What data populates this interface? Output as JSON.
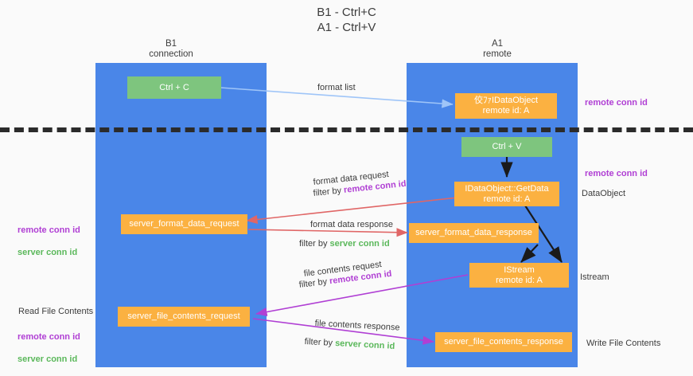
{
  "page": {
    "title": "B1 - Ctrl+C\nA1 - Ctrl+V",
    "background": "#fafafa"
  },
  "colors": {
    "lane": "#4a86e8",
    "green_node": "#7ec57e",
    "orange_node": "#fbb141",
    "remote_conn_id": "#b03fd4",
    "server_conn_id": "#5bb85b",
    "arrow_blue": "#9fc5f8",
    "arrow_red": "#e06666",
    "arrow_purple": "#b03fd4",
    "arrow_black": "#1a1a1a",
    "divider": "#2b2b2b"
  },
  "columns": [
    {
      "id": "b1",
      "label": "B1\nconnection"
    },
    {
      "id": "a1",
      "label": "A1\nremote"
    }
  ],
  "nodes": [
    {
      "id": "ctrl-c",
      "kind": "green",
      "line1": "Ctrl + C",
      "line2": ""
    },
    {
      "id": "idataobject-create",
      "kind": "orange",
      "line1": "佼ﾌｧIDataObject",
      "line2": "remote id: A"
    },
    {
      "id": "ctrl-v",
      "kind": "green",
      "line1": "Ctrl + V",
      "line2": ""
    },
    {
      "id": "getdata",
      "kind": "orange",
      "line1": "IDataObject::GetData",
      "line2": "remote id: A"
    },
    {
      "id": "server-format-data-request",
      "kind": "orange",
      "line1": "server_format_data_request",
      "line2": ""
    },
    {
      "id": "server-format-data-response",
      "kind": "orange",
      "line1": "server_format_data_response",
      "line2": ""
    },
    {
      "id": "istream",
      "kind": "orange",
      "line1": "IStream",
      "line2": "remote id: A"
    },
    {
      "id": "server-file-contents-request",
      "kind": "orange",
      "line1": "server_file_contents_request",
      "line2": ""
    },
    {
      "id": "server-file-contents-response",
      "kind": "orange",
      "line1": "server_file_contents_response",
      "line2": ""
    }
  ],
  "edge_labels": {
    "format_list": "format list",
    "format_data_request": "format data request",
    "format_data_request_filter_prefix": "filter by ",
    "format_data_request_filter_key": "remote conn id",
    "format_data_response": "format data response",
    "format_data_response_filter_prefix": "filter by ",
    "format_data_response_filter_key": "server conn id",
    "file_contents_request": "file contents request",
    "file_contents_request_filter_prefix": "filter by ",
    "file_contents_request_filter_key": "remote conn id",
    "file_contents_response": "file contents response",
    "file_contents_response_filter_prefix": "filter by ",
    "file_contents_response_filter_key": "server conn id"
  },
  "annotations": {
    "right_remote_conn_id_top": "remote conn id",
    "right_remote_conn_id_mid": "remote conn id",
    "right_dataobject": "DataObject",
    "right_istream": "Istream",
    "right_write_file_contents": "Write File Contents",
    "left_remote_conn_id": "remote conn id",
    "left_server_conn_id": "server conn id",
    "left_read_file_contents": "Read File Contents",
    "left_remote_conn_id_2": "remote conn id",
    "left_server_conn_id_2": "server conn id"
  }
}
